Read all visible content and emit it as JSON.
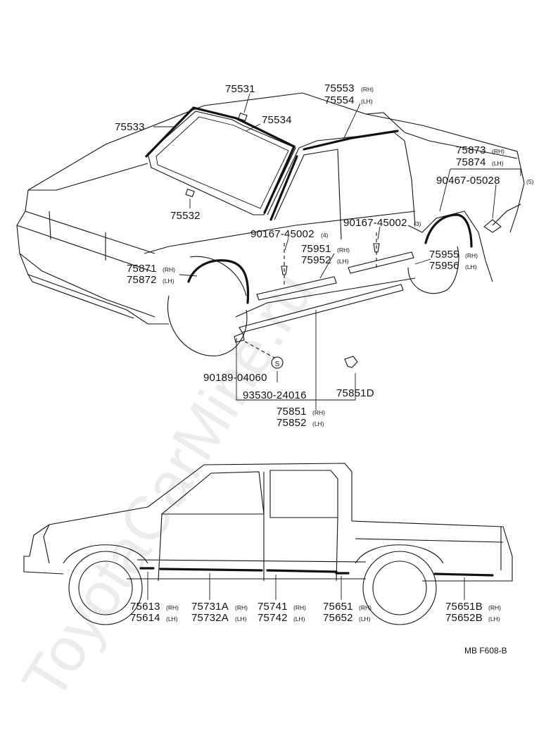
{
  "watermark": "ToyotaCarMine.ru",
  "code": "MB F608-B",
  "top_labels": [
    {
      "id": "75531"
    },
    {
      "id": "75553",
      "sfx": "(RH)"
    },
    {
      "id": "75554",
      "sfx": "(LH)"
    },
    {
      "id": "75533"
    },
    {
      "id": "75534"
    },
    {
      "id": "75873",
      "sfx": "(RH)"
    },
    {
      "id": "75874",
      "sfx": "(LH)"
    },
    {
      "id": "90467-05028",
      "sfx": "(5)"
    },
    {
      "id": "75532"
    },
    {
      "id": "90167-45002",
      "sfx": "(4)"
    },
    {
      "id": "90167-45002",
      "sfx": "(3)"
    },
    {
      "id": "75951",
      "sfx": "(RH)"
    },
    {
      "id": "75952",
      "sfx": "(LH)"
    },
    {
      "id": "75955",
      "sfx": "(RH)"
    },
    {
      "id": "75956",
      "sfx": "(LH)"
    },
    {
      "id": "75871",
      "sfx": "(RH)"
    },
    {
      "id": "75872",
      "sfx": "(LH)"
    },
    {
      "id": "90189-04060"
    },
    {
      "id": "93530-24016"
    },
    {
      "id": "75851D"
    },
    {
      "id": "75851",
      "sfx": "(RH)"
    },
    {
      "id": "75852",
      "sfx": "(LH)"
    }
  ],
  "bottom_labels": [
    {
      "id": "75613",
      "sfx": "(RH)"
    },
    {
      "id": "75614",
      "sfx": "(LH)"
    },
    {
      "id": "75731A",
      "sfx": "(RH)"
    },
    {
      "id": "75732A",
      "sfx": "(LH)"
    },
    {
      "id": "75741",
      "sfx": "(RH)"
    },
    {
      "id": "75742",
      "sfx": "(LH)"
    },
    {
      "id": "75651",
      "sfx": "(RH)"
    },
    {
      "id": "75652",
      "sfx": "(LH)"
    },
    {
      "id": "75651B",
      "sfx": "(RH)"
    },
    {
      "id": "75652B",
      "sfx": "(LH)"
    }
  ],
  "clip_symbol": "S"
}
